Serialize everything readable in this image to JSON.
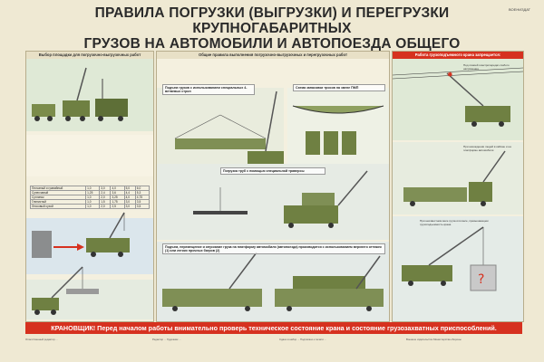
{
  "poster": {
    "title_line1": "ПРАВИЛА ПОГРУЗКИ (ВЫГРУЗКИ) И ПЕРЕГРУЗКИ КРУПНОГАБАРИТНЫХ",
    "title_line2": "ГРУЗОВ НА АВТОМОБИЛИ И АВТОПОЕЗДА ОБЩЕГО НАЗНАЧЕНИЯ",
    "badge": "ВОЕНИЗДАТ",
    "footer": "КРАНОВЩИК! Перед началом работы внимательно проверь техническое состояние крана и состояние грузозахватных приспособлений."
  },
  "panels": {
    "site_selection": "Выбор площадки для погрузочно-выгрузочных работ",
    "general_rules": "Общие правила выполнения погрузочно-выгрузочных и перегрузочных работ",
    "lifting_slings": "Подъем грузов с использованием специальных 4-ветвевых строп",
    "sling_scheme": "Схема запасовки тросов на звене ПМП",
    "pipe_loading": "Погрузка труб с помощью специальной траверсы",
    "platform_loading": "Подъем, перемещение и опускание груза на платформу автомобиля (автопоезда) производится с использованием верхнего оттяжек (1) или легких прочных багров (2)",
    "forbidden_header": "Работа грузоподъемного крана запрещается:",
    "forbidden_1": "Под линией электропередач любого напряжения",
    "forbidden_2": "При нахождении людей в кабине и на платформе автомобиля",
    "forbidden_3": "При неизвестном весе груза или весе, превышающем грузоподъемность крана"
  },
  "load_table": {
    "rows": [
      [
        "Песчаный и гравийный",
        "1,0",
        "3,0",
        "4,0",
        "5,0",
        "6,0"
      ],
      [
        "Супесчаный",
        "1,25",
        "2,4",
        "3,6",
        "4,4",
        "5,3"
      ],
      [
        "Суглинок",
        "1,0",
        "2,0",
        "3,25",
        "4,0",
        "4,75"
      ],
      [
        "Глинистый",
        "1,0",
        "1,5",
        "1,75",
        "3,0",
        "3,5"
      ],
      [
        "Лессовый сухой",
        "1,0",
        "2,0",
        "2,5",
        "3,0",
        "3,5"
      ]
    ]
  },
  "credits": [
    "Ответственный редактор ...",
    "Редактор ... Художник ...",
    "Сдано в набор ... Подписано к печати ...",
    "Военное издательство Министерства обороны"
  ]
}
